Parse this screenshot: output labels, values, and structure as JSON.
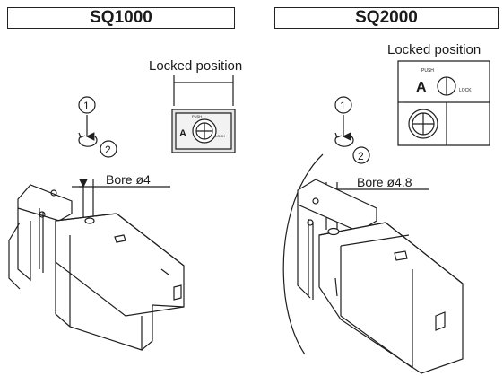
{
  "left_panel": {
    "title": "SQ1000",
    "locked_label": "Locked position",
    "step1": "1",
    "step2": "2",
    "bore_label": "Bore ø4",
    "knob_push": "PUSH",
    "knob_lock": "LOCK",
    "knob_a": "A"
  },
  "right_panel": {
    "title": "SQ2000",
    "locked_label": "Locked position",
    "step1": "1",
    "step2": "2",
    "bore_label": "Bore ø4.8",
    "knob_push": "PUSH",
    "knob_lock": "LOCK",
    "knob_a": "A"
  },
  "colors": {
    "line": "#1f1f1f",
    "shade": "#d9d9d9",
    "body_fill": "#ffffff"
  }
}
